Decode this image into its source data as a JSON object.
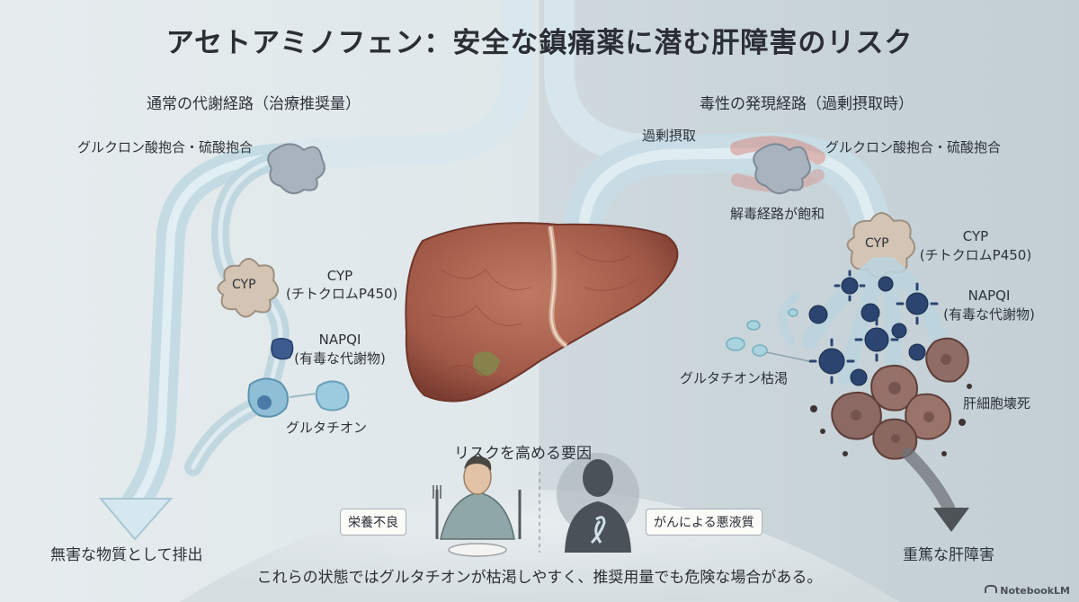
{
  "title": "アセトアミノフェン：安全な鎮痛薬に潜む肝障害のリスク",
  "normal_pathway": {
    "heading": "通常の代謝経路（治療推奨量）",
    "conjugation": "グルクロン酸抱合・硫酸抱合",
    "cyp_badge": "CYP",
    "cyp_label": "CYP",
    "cyp_sub": "(チトクロムP450)",
    "napqi_label": "NAPQI",
    "napqi_sub": "(有毒な代謝物)",
    "glutathione": "グルタチオン",
    "outcome": "無害な物質として排出"
  },
  "toxic_pathway": {
    "heading": "毒性の発現経路（過剰摂取時）",
    "overdose": "過剰摂取",
    "conjugation": "グルクロン酸抱合・硫酸抱合",
    "saturation": "解毒経路が飽和",
    "cyp_badge": "CYP",
    "cyp_label": "CYP",
    "cyp_sub": "(チトクロムP450)",
    "napqi_label": "NAPQI",
    "napqi_sub": "(有毒な代謝物)",
    "glutathione_depletion": "グルタチオン枯渇",
    "necrosis": "肝細胞壊死",
    "outcome": "重篤な肝障害"
  },
  "risk_factors": {
    "heading": "リスクを高める要因",
    "malnutrition": "栄養不良",
    "cachexia": "がんによる悪液質"
  },
  "footnote": "これらの状態ではグルタチオンが枯渇しやすく、推奨用量でも危険な場合がある。",
  "brand": "NotebookLM",
  "colors": {
    "stream": "#bcd4de",
    "stream_edge": "#e8f1f5",
    "liver": "#a85f4d",
    "napqi": "#2b4470",
    "enzyme": "#a8b2bc",
    "cyp_enzyme": "#d2c3b2",
    "necrotic_cell": "#8f6d66"
  }
}
